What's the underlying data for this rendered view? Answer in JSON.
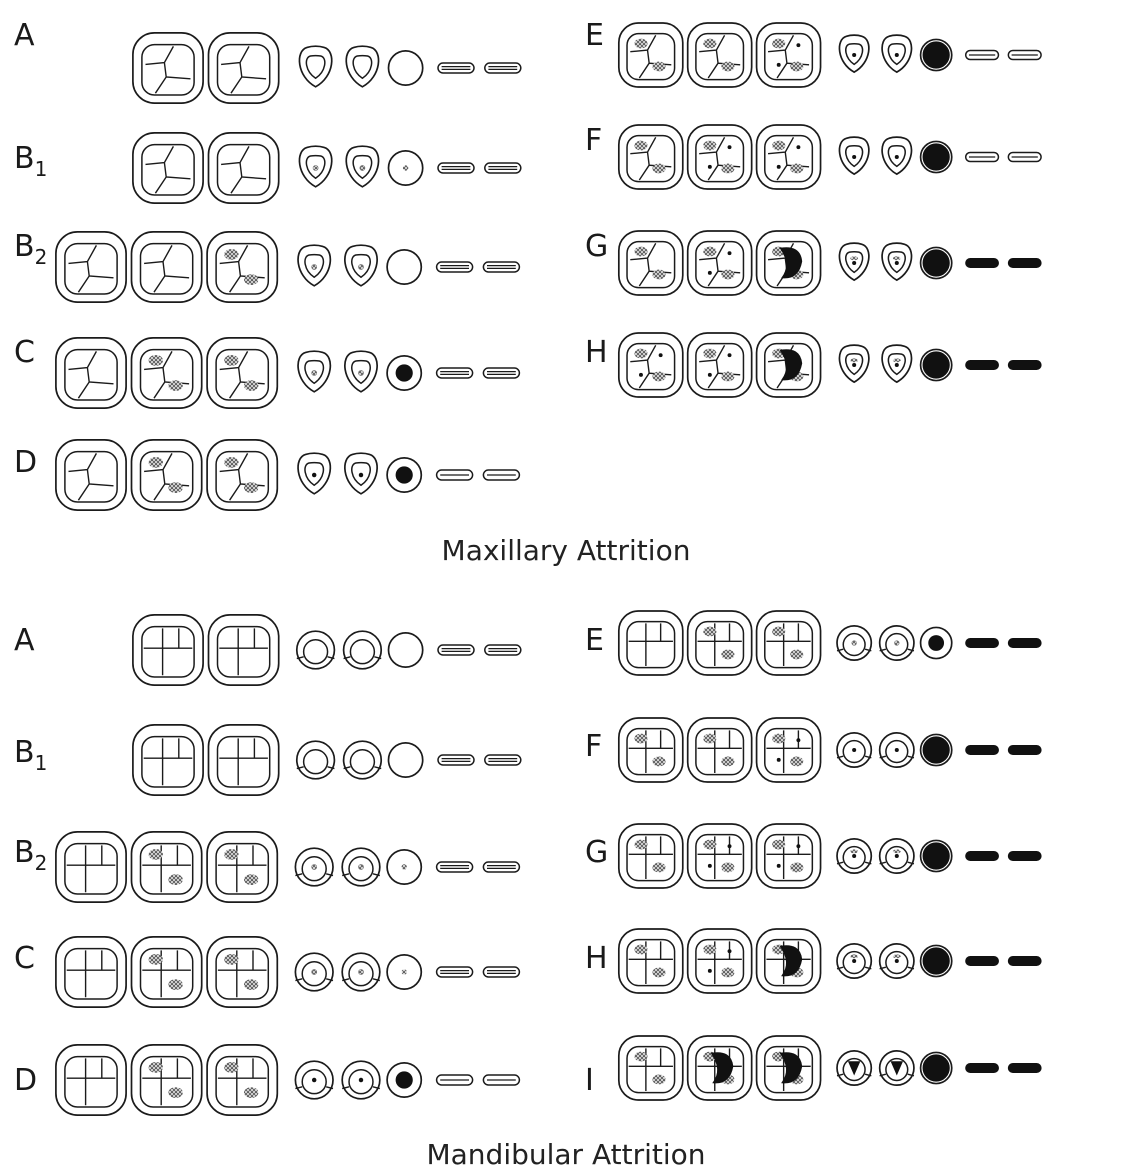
{
  "captions": {
    "maxillary": "Maxillary Attrition",
    "mandibular": "Mandibular Attrition"
  },
  "maxillary": {
    "left": [
      {
        "letter": "A",
        "sub": "",
        "molars": 2,
        "dentin": [
          0,
          0,
          0,
          0,
          0,
          0,
          0,
          0
        ],
        "labelY": 35,
        "rowY": 68,
        "startX": 132
      },
      {
        "letter": "B",
        "sub": "1",
        "molars": 2,
        "dentin": [
          0,
          0,
          1,
          1,
          1,
          0,
          0,
          0
        ],
        "labelY": 158,
        "rowY": 168,
        "startX": 132
      },
      {
        "letter": "B",
        "sub": "2",
        "molars": 3,
        "dentin": [
          0,
          1,
          2,
          1,
          1,
          0,
          0,
          0
        ],
        "labelY": 246,
        "rowY": 267,
        "startX": 55
      },
      {
        "letter": "C",
        "sub": "",
        "molars": 3,
        "dentin": [
          1,
          2,
          2,
          1,
          1,
          3,
          0,
          0
        ],
        "labelY": 352,
        "rowY": 373,
        "startX": 55
      },
      {
        "letter": "D",
        "sub": "",
        "molars": 3,
        "dentin": [
          1,
          2,
          2,
          2,
          2,
          3,
          1,
          1
        ],
        "labelY": 462,
        "rowY": 475,
        "startX": 55
      }
    ],
    "right": [
      {
        "letter": "E",
        "sub": "",
        "molars": 3,
        "dentin": [
          2,
          2,
          3,
          2,
          2,
          4,
          2,
          2
        ],
        "labelY": 35,
        "rowY": 55,
        "startX": 618
      },
      {
        "letter": "F",
        "sub": "",
        "molars": 3,
        "dentin": [
          2,
          3,
          3,
          2,
          2,
          4,
          3,
          3
        ],
        "labelY": 140,
        "rowY": 157,
        "startX": 618
      },
      {
        "letter": "G",
        "sub": "",
        "molars": 3,
        "dentin": [
          2,
          3,
          4,
          3,
          3,
          4,
          4,
          4
        ],
        "labelY": 246,
        "rowY": 263,
        "startX": 618
      },
      {
        "letter": "H",
        "sub": "",
        "molars": 3,
        "dentin": [
          3,
          3,
          4,
          3,
          3,
          4,
          4,
          4
        ],
        "labelY": 352,
        "rowY": 365,
        "startX": 618
      }
    ]
  },
  "mandibular": {
    "left": [
      {
        "letter": "A",
        "sub": "",
        "molars": 2,
        "dentin": [
          0,
          0,
          0,
          0,
          0,
          0,
          0,
          0
        ],
        "labelY": 640,
        "rowY": 650,
        "startX": 132
      },
      {
        "letter": "B",
        "sub": "1",
        "molars": 2,
        "dentin": [
          0,
          1,
          0,
          0,
          0,
          0,
          0,
          0
        ],
        "labelY": 752,
        "rowY": 760,
        "startX": 132
      },
      {
        "letter": "B",
        "sub": "2",
        "molars": 3,
        "dentin": [
          0,
          2,
          2,
          1,
          1,
          1,
          0,
          0
        ],
        "labelY": 852,
        "rowY": 867,
        "startX": 55
      },
      {
        "letter": "C",
        "sub": "",
        "molars": 3,
        "dentin": [
          0,
          2,
          2,
          1,
          1,
          1,
          0,
          0
        ],
        "labelY": 958,
        "rowY": 972,
        "startX": 55
      },
      {
        "letter": "D",
        "sub": "",
        "molars": 3,
        "dentin": [
          0,
          2,
          2,
          2,
          2,
          3,
          1,
          1
        ],
        "labelY": 1080,
        "rowY": 1080,
        "startX": 55
      }
    ],
    "right": [
      {
        "letter": "E",
        "sub": "",
        "molars": 3,
        "dentin": [
          1,
          2,
          2,
          1,
          1,
          3,
          4,
          4
        ],
        "labelY": 640,
        "rowY": 643,
        "startX": 618
      },
      {
        "letter": "F",
        "sub": "",
        "molars": 3,
        "dentin": [
          2,
          2,
          3,
          2,
          2,
          4,
          4,
          4
        ],
        "labelY": 746,
        "rowY": 750,
        "startX": 618
      },
      {
        "letter": "G",
        "sub": "",
        "molars": 3,
        "dentin": [
          2,
          3,
          3,
          3,
          3,
          4,
          4,
          4
        ],
        "labelY": 852,
        "rowY": 856,
        "startX": 618
      },
      {
        "letter": "H",
        "sub": "",
        "molars": 3,
        "dentin": [
          2,
          3,
          4,
          3,
          3,
          4,
          4,
          4
        ],
        "labelY": 958,
        "rowY": 961,
        "startX": 618
      },
      {
        "letter": "I",
        "sub": "",
        "molars": 3,
        "dentin": [
          2,
          4,
          4,
          4,
          4,
          4,
          4,
          4
        ],
        "labelY": 1080,
        "rowY": 1068,
        "startX": 618
      }
    ]
  }
}
